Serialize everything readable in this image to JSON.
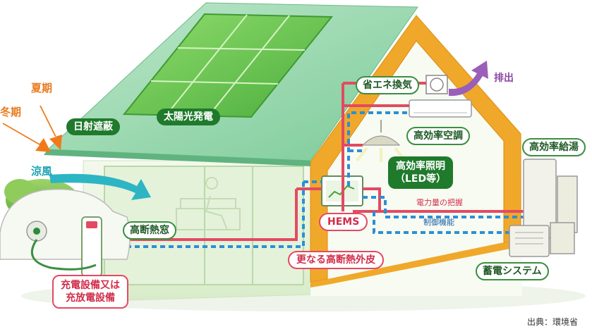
{
  "labels": {
    "summer": "夏期",
    "winter": "冬期",
    "shading": "日射遮蔽",
    "solar": "太陽光発電",
    "breeze": "涼風",
    "insulated_window": "高断熱窓",
    "ventilation": "省エネ換気",
    "exhaust": "排出",
    "aircon": "高効率空調",
    "water_heater": "高効率給湯",
    "lighting": "高効率照明\n（LED等）",
    "hems": "HEMS",
    "power_monitor": "電力量の把握",
    "control": "制御機能",
    "envelope": "更なる高断熱外皮",
    "storage": "蓄電システム",
    "charger": "充電設備又は\n充放電設備",
    "credit": "出典：環境省"
  },
  "colors": {
    "roof": "#8fd4a8",
    "solar_panel": "#5fbf4a",
    "wall": "#e9f4df",
    "orange_frame": "#f0a82a",
    "red_line": "#e34a62",
    "blue_dash": "#2b8fd6",
    "green_pill": "#1f7a2c",
    "teal_arrow": "#2db5c4",
    "purple_arrow": "#9a5fb8",
    "sun_arrow": "#f07a1a"
  }
}
